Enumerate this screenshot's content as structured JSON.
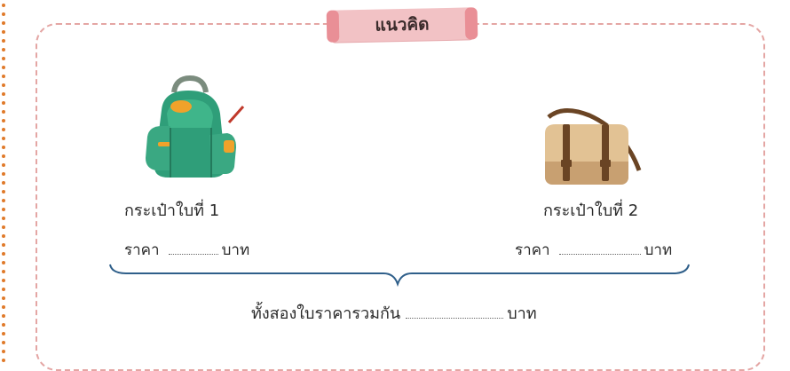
{
  "title": "แนวคิด",
  "bag1": {
    "label": "กระเป๋าใบที่ 1",
    "price_prefix": "ราคา",
    "price_unit": "บาท"
  },
  "bag2": {
    "label": "กระเป๋าใบที่ 2",
    "price_prefix": "ราคา",
    "price_unit": "บาท"
  },
  "total": {
    "prefix": "ทั้งสองใบราคารวมกัน",
    "unit": "บาท"
  },
  "colors": {
    "frame": "#e4a6a4",
    "tab": "#f2c2c5",
    "brace": "#2f5f8a",
    "dots": "#e07a2a"
  },
  "icons": {
    "bag1": "backpack-icon",
    "bag2": "satchel-icon"
  }
}
